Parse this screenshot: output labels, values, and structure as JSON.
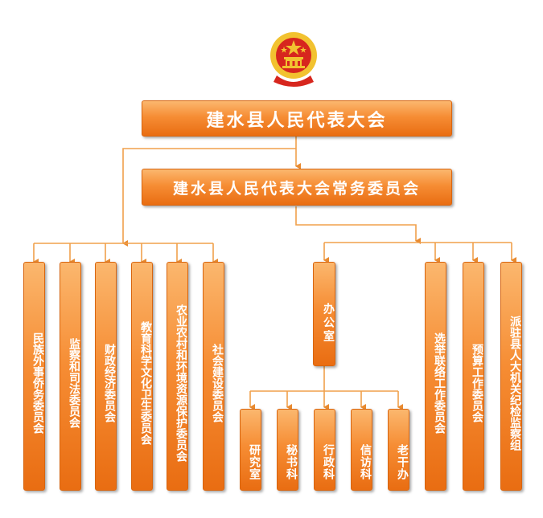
{
  "emblem": {
    "icon": "national-emblem-icon",
    "colors": {
      "red": "#d7261e",
      "gold": "#f2c230"
    }
  },
  "top": {
    "label": "建水县人民代表大会"
  },
  "standing": {
    "label": "建水县人民代表大会常务委员会"
  },
  "committees": [
    {
      "label": "民族外事侨务委员会"
    },
    {
      "label": "监察和司法委员会"
    },
    {
      "label": "财政经济委员会"
    },
    {
      "label": "教育科学文化卫生委员会"
    },
    {
      "label": "农业农村和环境资源保护委员会"
    },
    {
      "label": "社会建设委员会"
    }
  ],
  "office": {
    "label": "办公室"
  },
  "office_sections": [
    {
      "label": "研究室"
    },
    {
      "label": "秘书科"
    },
    {
      "label": "行政科"
    },
    {
      "label": "信访科"
    },
    {
      "label": "老干办"
    }
  ],
  "working": [
    {
      "label": "选举联络工作委员会"
    },
    {
      "label": "预算工作委员会"
    },
    {
      "label": "派驻县人大机关纪检监察组"
    }
  ],
  "colors": {
    "box_top": "#fbb76e",
    "box_mid": "#f68d34",
    "box_bottom": "#e96d12",
    "connector": "#f0a04b"
  }
}
